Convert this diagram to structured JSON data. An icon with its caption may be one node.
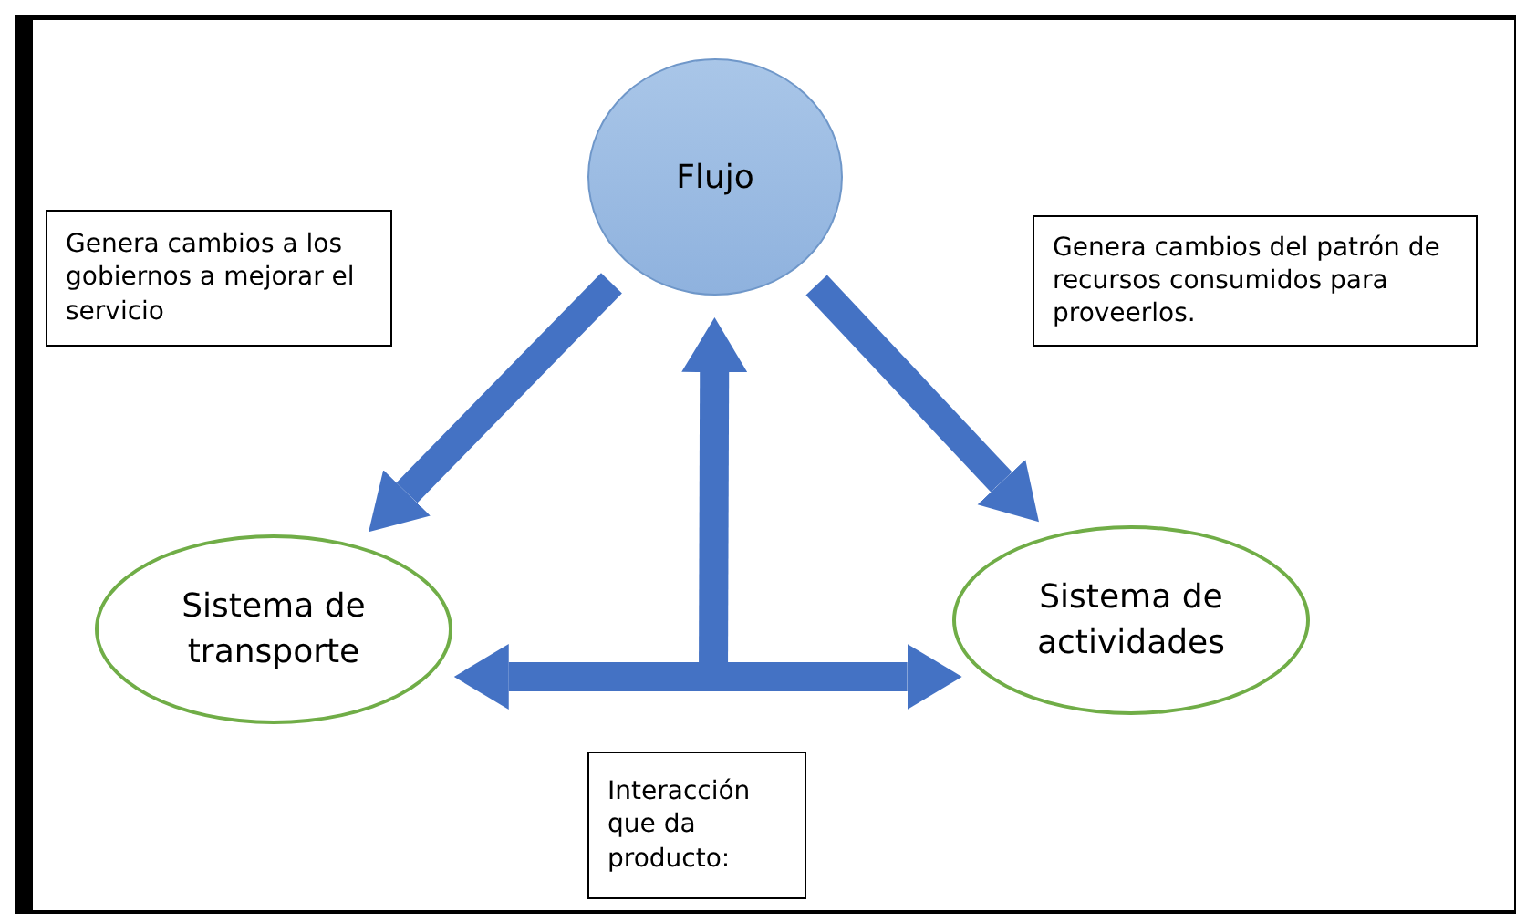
{
  "diagram": {
    "nodes": [
      {
        "text": [
          "Flujo"
        ]
      },
      {
        "text": [
          "Genera cambios a los gobiernos a mejorar el servicio"
        ]
      },
      {
        "text": [
          "Genera cambios del patrón de recursos consumidos para proveerlos."
        ]
      },
      {
        "text": [
          "Sistema de transporte"
        ]
      },
      {
        "text": [
          "Sistema de actividades"
        ]
      },
      {
        "text": [
          "Interacción que da producto:"
        ]
      }
    ],
    "edges": [
      {
        "from": 0,
        "to": 3,
        "arrow": "to"
      },
      {
        "from": 0,
        "to": 4,
        "arrow": "to"
      },
      {
        "from": 3,
        "to": 4,
        "arrow": "both"
      },
      {
        "from": null,
        "to": 0,
        "arrow": "to"
      }
    ]
  }
}
